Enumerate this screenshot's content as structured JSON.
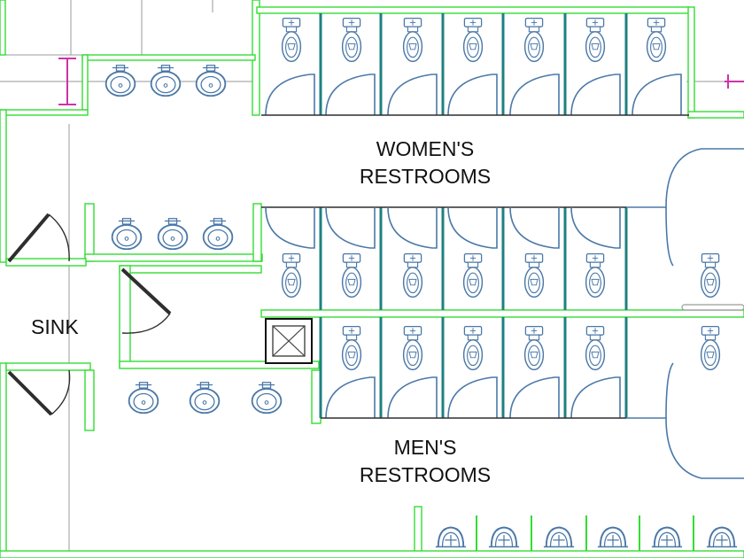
{
  "labels": {
    "sink": "SINK",
    "womens_line1": "WOMEN'S",
    "womens_line2": "RESTROOMS",
    "mens_line1": "MEN'S",
    "mens_line2": "RESTROOMS"
  },
  "colors": {
    "wall_fill": "#ffffff",
    "wall_stroke": "#2e2e2e",
    "wall_glow": "#33dd33",
    "fixture": "#4a78a8",
    "partition": "#1e8080",
    "door": "#2e2e2e",
    "dimension": "#cc33aa",
    "grid": "#9a9a9a"
  },
  "icons": {
    "toilet": "toilet-icon",
    "sink": "sink-icon",
    "urinal": "urinal-icon",
    "floor_drain": "floor-drain-icon"
  }
}
